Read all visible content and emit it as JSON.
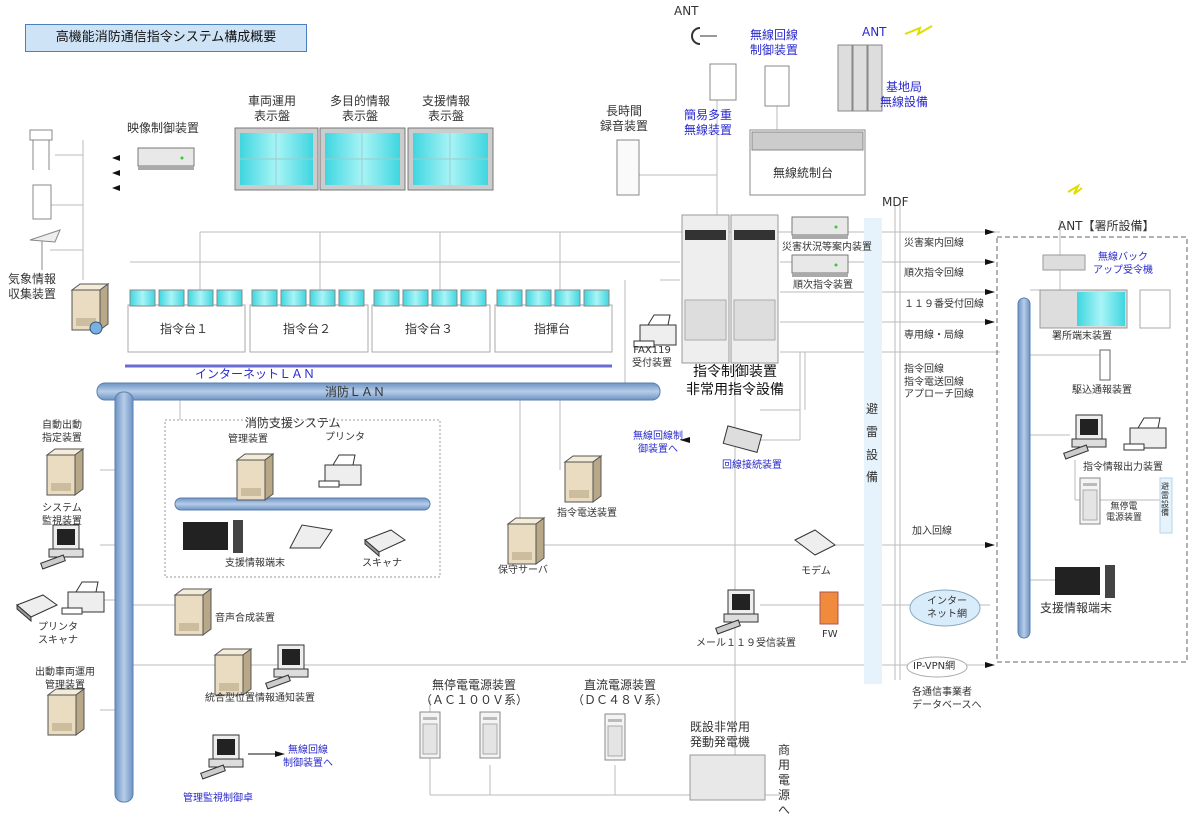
{
  "title": "高機能消防通信指令システム構成概要",
  "radio": {
    "ant_left": "ANT",
    "ant_right": "ANT",
    "radio_line_controller": "無線回線\n制御装置",
    "simple_multiplex": "簡易多重\n無線装置",
    "base_station": "基地局\n無線設備",
    "radio_control_console": "無線統制台",
    "long_recorder": "長時間\n録音装置"
  },
  "displays": {
    "video_controller": "映像制御装置",
    "vehicle_display": "車両運用\n表示盤",
    "multi_display": "多目的情報\n表示盤",
    "support_display": "支援情報\n表示盤"
  },
  "weather": "気象情報\n収集装置",
  "consoles": [
    "指令台１",
    "指令台２",
    "指令台３",
    "指揮台"
  ],
  "lan": {
    "internet": "インターネットＬＡＮ",
    "fire": "消防ＬＡＮ"
  },
  "support_system": {
    "title": "消防支援システム",
    "manager": "管理装置",
    "printer": "プリンタ",
    "terminal": "支援情報端末",
    "scanner": "スキャナ"
  },
  "left_devices": {
    "auto_dispatch": "自動出動\n指定装置",
    "system_monitor": "システム\n監視装置",
    "printer_scanner": "プリンタ\nスキャナ",
    "vehicle_mgmt": "出動車両運用\n管理装置"
  },
  "center_devices": {
    "voice_synth": "音声合成装置",
    "location_notify": "統合型位置情報通知装置",
    "to_radio_ctrl": "無線回線\n制御装置へ",
    "mgmt_console": "管理監視制御卓",
    "command_control": "指令制御装置\n非常用指令設備",
    "fax": "FAX119\n受付装置",
    "disaster_guide": "災害状況等案内装置",
    "sequential": "順次指令装置",
    "to_radio_ctrl2": "無線回線制\n御装置へ",
    "line_connector": "回線接続装置",
    "transmission": "指令電送装置",
    "maint_server": "保守サーバ",
    "modem": "モデム",
    "mail119": "メール１１９受信装置",
    "fw": "FW"
  },
  "mdf": {
    "label": "MDF",
    "lightning": "避\n雷\n設\n備",
    "lines": [
      "災害案内回線",
      "順次指令回線",
      "１１９番受付回線",
      "専用線・局線",
      "指令回線\n指令電送回線\nアプローチ回線"
    ],
    "subscriber": "加入回線",
    "internet": "インター\nネット網",
    "ipvpn": "IP-VPN網",
    "carriers": "各通信事業者\nデータベースへ"
  },
  "power": {
    "ups": "無停電電源装置\n（ＡＣ１００Ｖ系）",
    "dc": "直流電源装置\n（ＤＣ４８Ｖ系）",
    "generator": "既設非常用\n発動発電機",
    "commercial": "商\n用\n電\n源\nへ"
  },
  "station": {
    "title": "ANT【署所設備】",
    "backup_receiver": "無線バック\nアップ受令機",
    "terminal": "署所端末装置",
    "emergency_report": "駆込通報装置",
    "output": "指令情報出力装置",
    "ups": "無停電\n電源装置",
    "lightning": "避\n雷\n設\n備",
    "support_terminal": "支援情報端末"
  },
  "colors": {
    "pipe": "#8fb0d6",
    "screen": "#5fe0e8",
    "accent_text": "#2a2acc",
    "lightning_bar": "#e6f3fc",
    "firewall": "#f08a3c"
  }
}
